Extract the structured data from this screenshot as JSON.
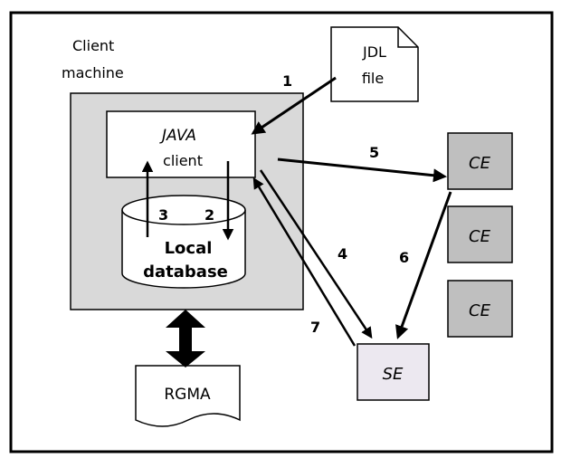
{
  "client_machine_label": [
    "Client",
    "machine"
  ],
  "jdl_file_label": [
    "JDL",
    "file"
  ],
  "java_client_label": [
    "JAVA",
    "client"
  ],
  "local_database_label": [
    "Local",
    "database"
  ],
  "rgma_label": "RGMA",
  "ce_labels": [
    "CE",
    "CE",
    "CE"
  ],
  "se_label": "SE",
  "arrows": [
    {
      "number": "1",
      "description": "JDL file to JAVA client"
    },
    {
      "number": "2",
      "description": "JAVA client to Local database"
    },
    {
      "number": "3",
      "description": "Local database to JAVA client"
    },
    {
      "number": "4",
      "description": "JAVA client to SE"
    },
    {
      "number": "5",
      "description": "JAVA client to CE"
    },
    {
      "number": "6",
      "description": "CE to SE"
    },
    {
      "number": "7",
      "description": "SE to JAVA client"
    }
  ],
  "colors": {
    "background": "#ffffff",
    "client_box": "#d9d9d9",
    "ce_box": "#bfbfbf",
    "se_box": "#ece8f0",
    "stroke": "#000000"
  }
}
